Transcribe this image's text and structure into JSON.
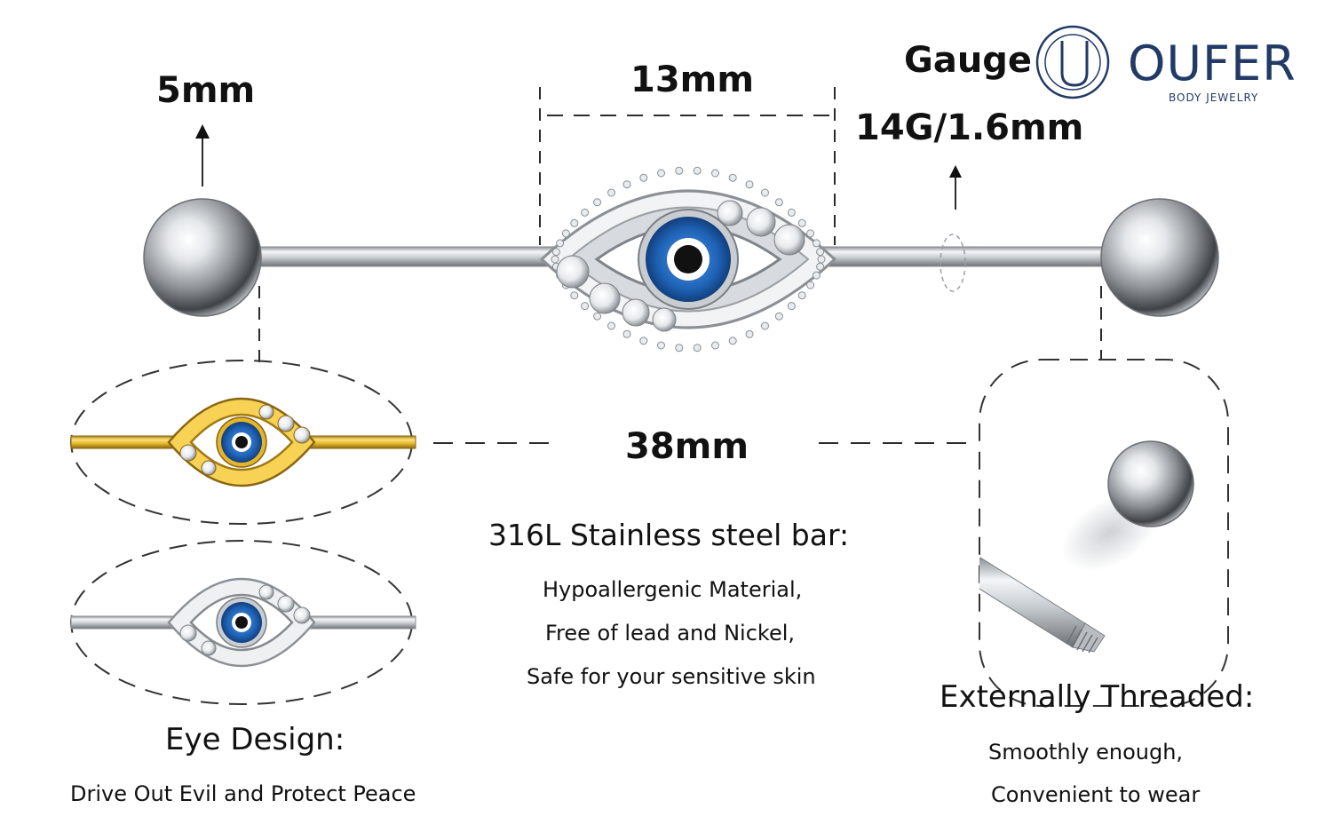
{
  "dimensions": {
    "ball_size": "5mm",
    "centerpiece_width": "13mm",
    "gauge_label": "Gauge",
    "gauge_value": "14G/1.6mm",
    "bar_length": "38mm"
  },
  "brand": {
    "name": "OUFER",
    "tagline": "BODY JEWELRY"
  },
  "material": {
    "heading": "316L Stainless steel bar:",
    "lines": [
      "Hypoallergenic Material,",
      "Free of lead and Nickel,",
      "Safe for your sensitive skin"
    ]
  },
  "design": {
    "heading": "Eye Design:",
    "subtitle": "Drive Out Evil and Protect Peace"
  },
  "thread": {
    "heading": "Externally Threaded:",
    "lines": [
      "Smoothly enough,",
      "Convenient to wear"
    ]
  },
  "colors": {
    "steel": "#d9dde1",
    "gold": "#e7b92a",
    "evil_eye_blue": "#1f63b6",
    "brand_navy": "#223a66",
    "dash": "#2b2b2b"
  },
  "variants": [
    "gold-finish",
    "silver-finish"
  ]
}
